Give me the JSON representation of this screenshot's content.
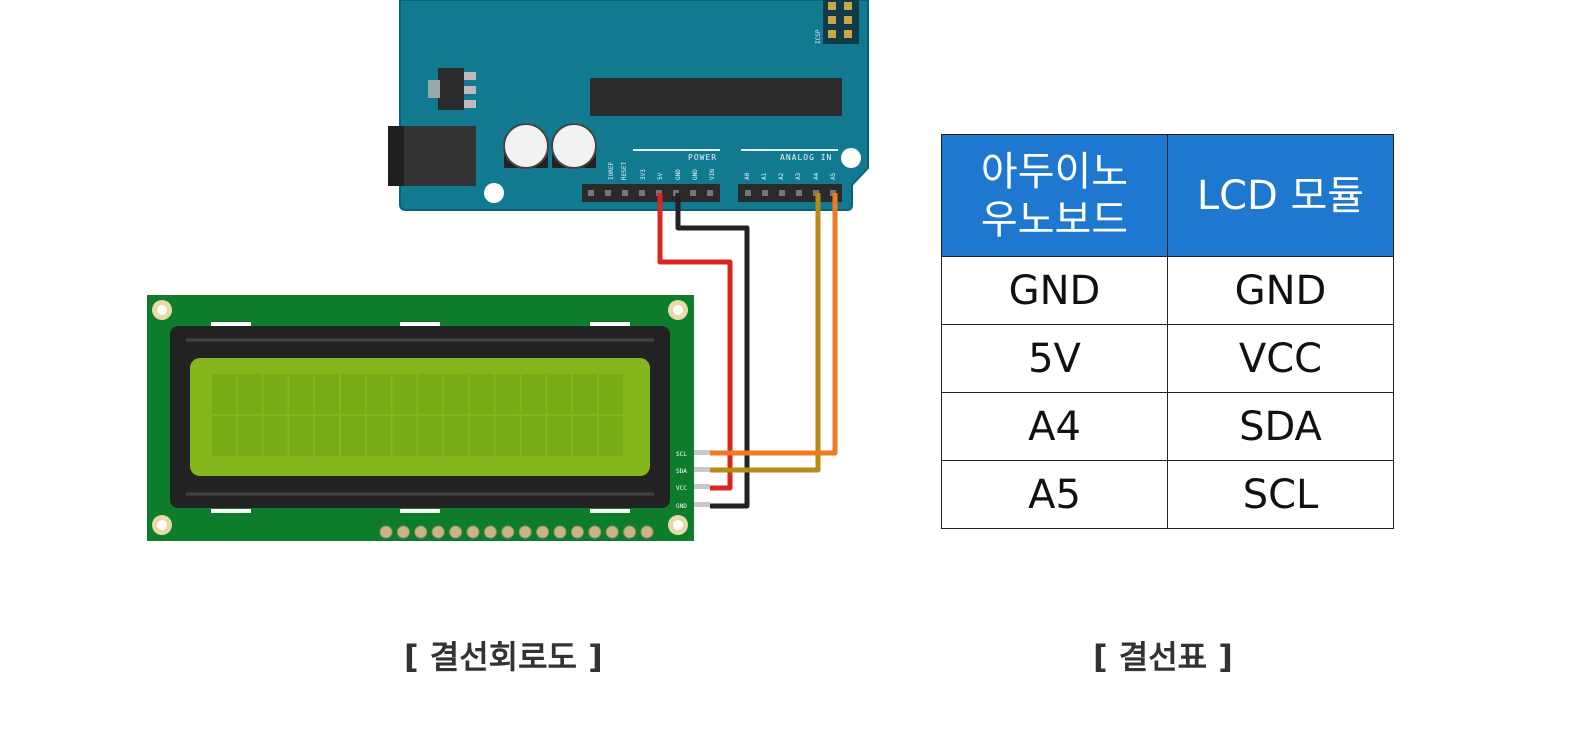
{
  "arduino": {
    "icsp_label": "ICSP",
    "power_header_label": "POWER",
    "analog_header_label": "ANALOG IN",
    "power_pins": [
      "IOREF",
      "RESET",
      "3V3",
      "5V",
      "GND",
      "GND",
      "VIN"
    ],
    "analog_pins": [
      "A0",
      "A1",
      "A2",
      "A3",
      "A4",
      "A5"
    ]
  },
  "lcd": {
    "pins": [
      "SCL",
      "SDA",
      "VCC",
      "GND"
    ]
  },
  "wire_colors": {
    "vcc": "#d8281e",
    "gnd": "#222222",
    "sda": "#b88a16",
    "scl": "#f07a22"
  },
  "table": {
    "headers": [
      "아두이노\n우노보드",
      "LCD 모듈"
    ],
    "rows": [
      [
        "GND",
        "GND"
      ],
      [
        "5V",
        "VCC"
      ],
      [
        "A4",
        "SDA"
      ],
      [
        "A5",
        "SCL"
      ]
    ]
  },
  "captions": {
    "diagram": "[ 결선회로도 ]",
    "table": "[ 결선표 ]"
  }
}
